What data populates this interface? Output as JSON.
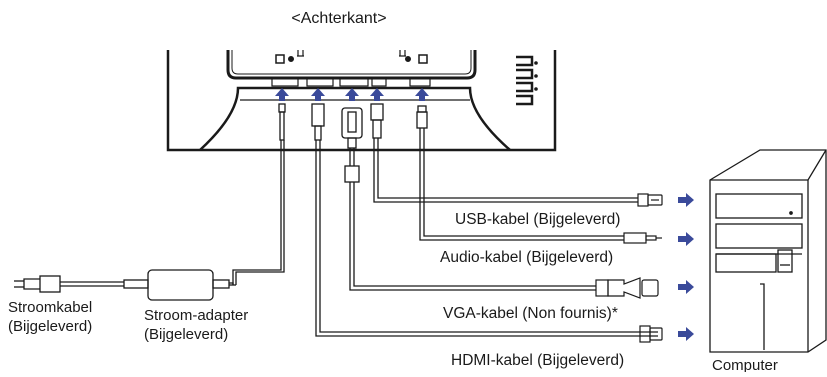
{
  "diagram": {
    "title": "<Achterkant>",
    "cables": {
      "usb": "USB-kabel (Bijgeleverd)",
      "audio": "Audio-kabel (Bijgeleverd)",
      "vga": "VGA-kabel (Non fournis)*",
      "hdmi": "HDMI-kabel (Bijgeleverd)"
    },
    "power": {
      "cord_line1": "Stroomkabel",
      "cord_line2": "(Bijgeleverd)",
      "adapter_line1": "Stroom-adapter",
      "adapter_line2": "(Bijgeleverd)"
    },
    "computer": "Computer"
  },
  "colors": {
    "line": "#1a1a1a",
    "arrow": "#3a4a9a",
    "background": "#ffffff"
  }
}
